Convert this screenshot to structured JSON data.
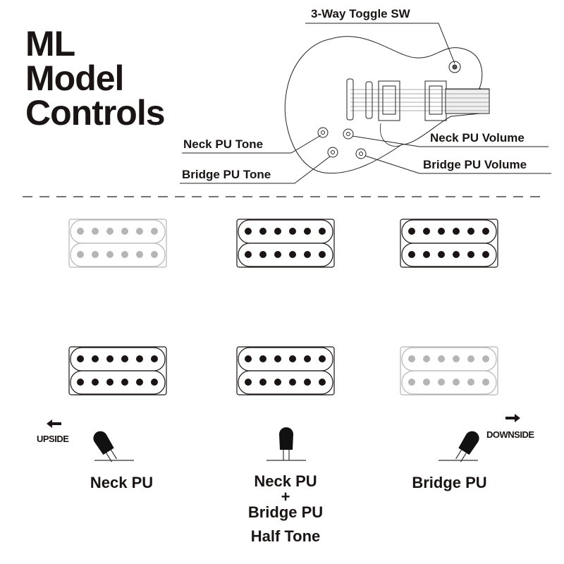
{
  "title": {
    "line1": "ML",
    "line2": "Model",
    "line3": "Controls"
  },
  "callouts": {
    "toggle": "3-Way Toggle SW",
    "neck_tone": "Neck PU Tone",
    "bridge_tone": "Bridge PU Tone",
    "neck_volume": "Neck PU Volume",
    "bridge_volume": "Bridge PU Volume"
  },
  "colors": {
    "ink": "#1a1414",
    "inactive": "#b5b5b5"
  },
  "positions": [
    {
      "label": "Neck PU",
      "neck_active": true,
      "bridge_active": false,
      "lever": "up"
    },
    {
      "label": "Neck PU",
      "plus": "+",
      "label2": "Bridge PU",
      "label3": "Half Tone",
      "neck_active": true,
      "bridge_active": true,
      "lever": "middle"
    },
    {
      "label": "Bridge PU",
      "neck_active": false,
      "bridge_active": true,
      "lever": "down"
    }
  ],
  "directions": {
    "up": "UPSIDE",
    "down": "DOWNSIDE"
  }
}
